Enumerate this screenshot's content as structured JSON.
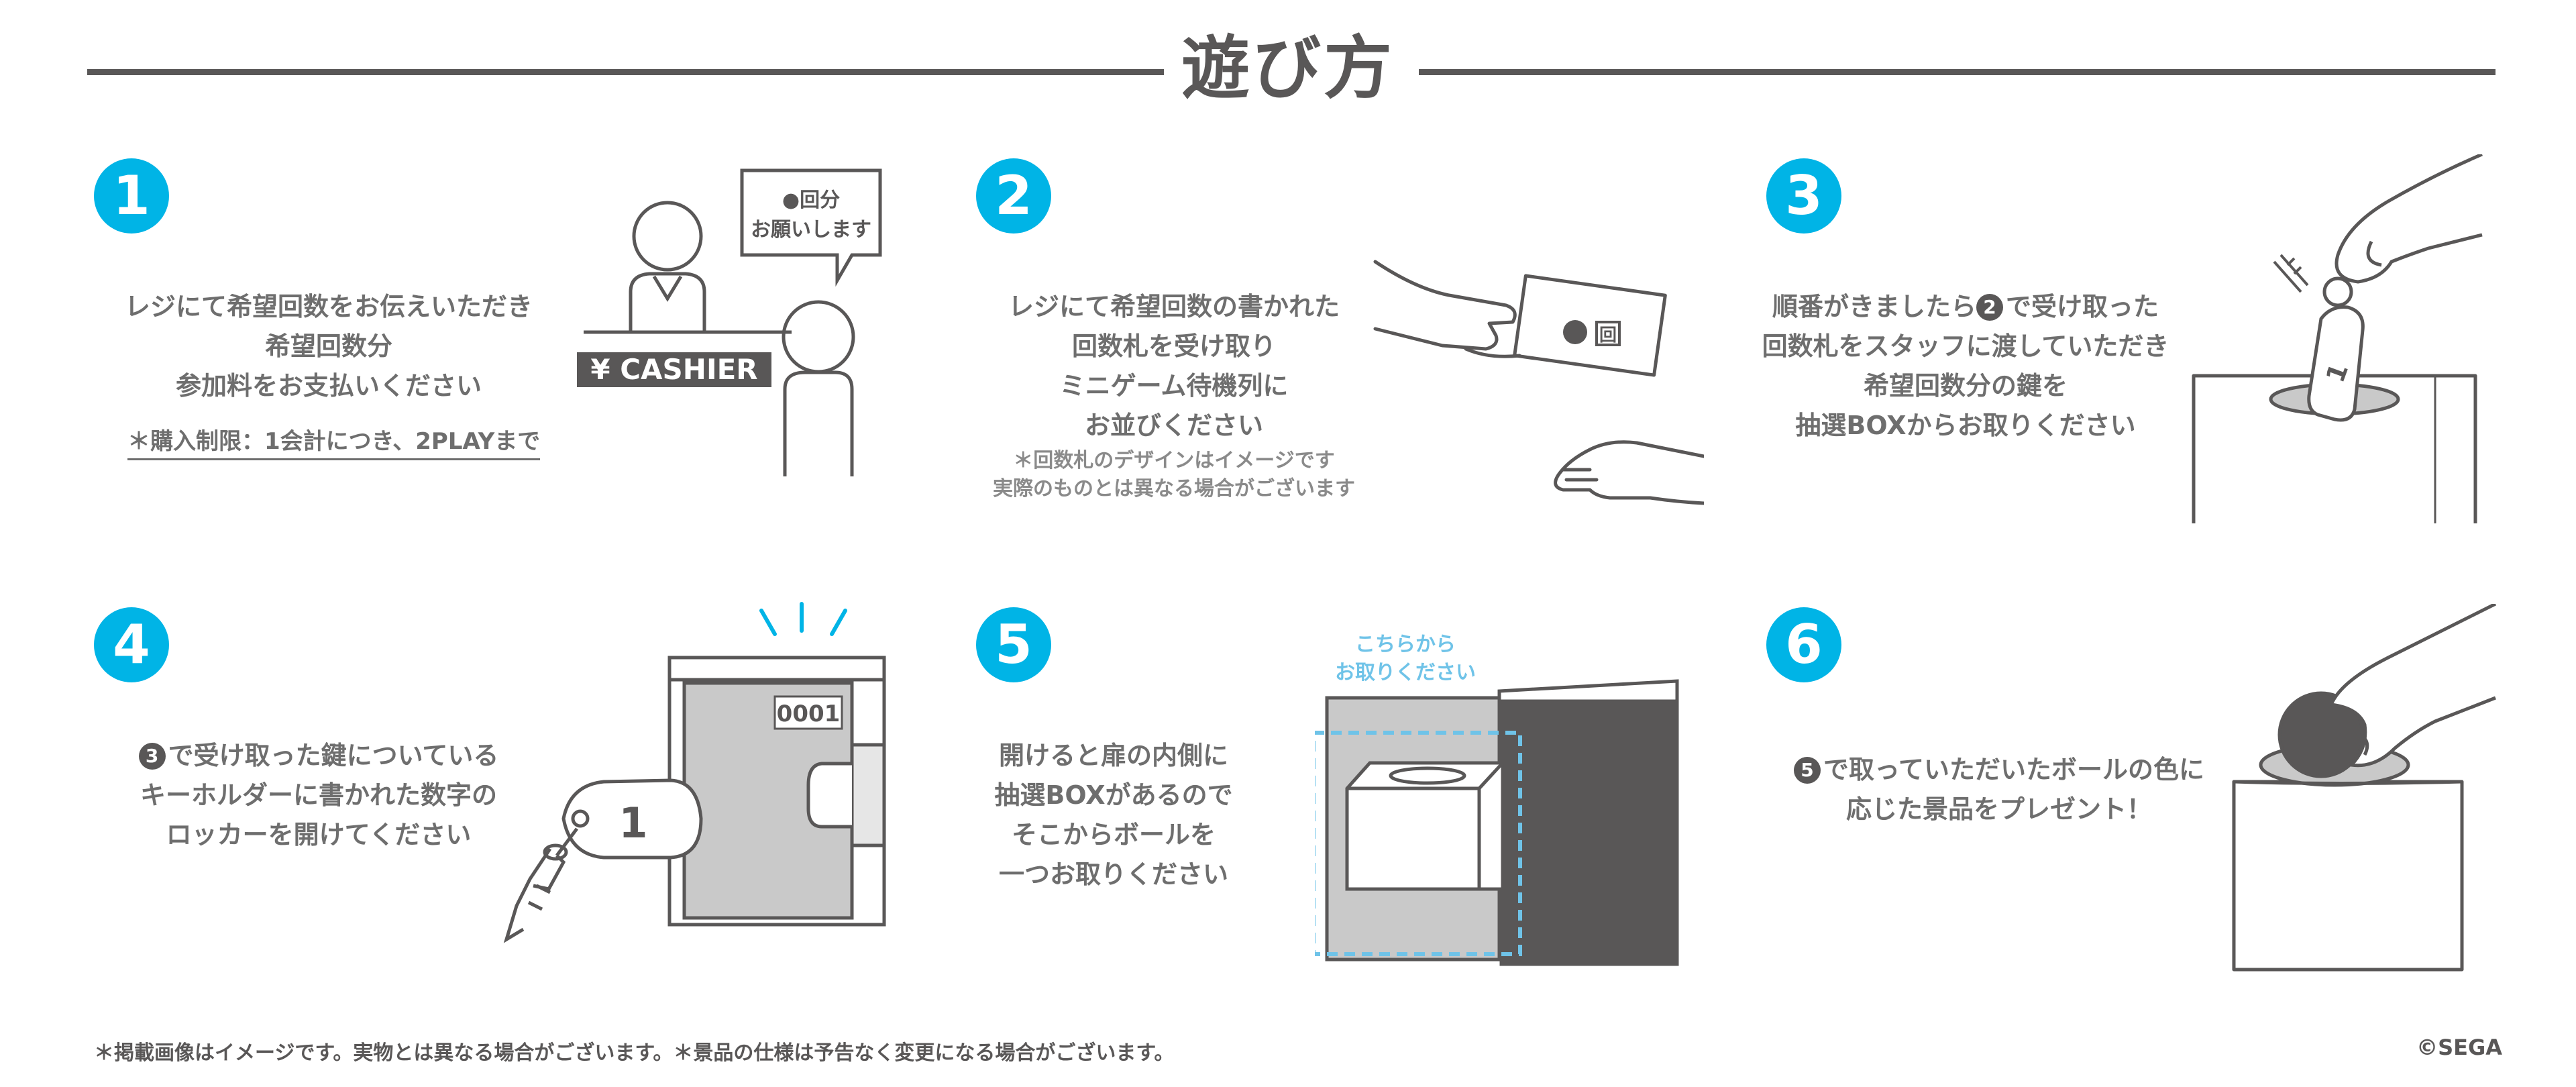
{
  "title": "遊び方",
  "steps": [
    {
      "number": "1",
      "lines": [
        "レジにて希望回数をお伝えいただき",
        "希望回数分",
        "参加料をお支払いください"
      ],
      "limit": "＊購入制限：1会計につき、2PLAYまで",
      "speech_lines": [
        "●回分",
        "お願いします"
      ],
      "cashier_label": "¥ CASHIER"
    },
    {
      "number": "2",
      "lines": [
        "レジにて希望回数の書かれた",
        "回数札を受け取り",
        "ミニゲーム待機列に",
        "お並びください"
      ],
      "note_lines": [
        "＊回数札のデザインはイメージです",
        "実際のものとは異なる場合がございます"
      ],
      "card_label": "回"
    },
    {
      "number": "3",
      "ref": "2",
      "lines_first_rest": "で受け取った",
      "lines_first_pre": "順番がきましたら",
      "lines": [
        "回数札をスタッフに渡していただき",
        "希望回数分の鍵を",
        "抽選BOXからお取りください"
      ],
      "tag_label": "1"
    },
    {
      "number": "4",
      "ref": "3",
      "lines_first_rest": "で受け取った鍵についている",
      "lines": [
        "キーホルダーに書かれた数字の",
        "ロッカーを開けてください"
      ],
      "locker_number": "0001",
      "tag_label": "1"
    },
    {
      "number": "5",
      "lines": [
        "開けると扉の内側に",
        "抽選BOXがあるので",
        "そこからボールを",
        "一つお取りください"
      ],
      "callout_lines": [
        "こちらから",
        "お取りください"
      ]
    },
    {
      "number": "6",
      "ref": "5",
      "lines_first_rest": "で取っていただいたボールの色に",
      "lines": [
        "応じた景品をプレゼント！"
      ]
    }
  ],
  "footer_note": "＊掲載画像はイメージです。実物とは異なる場合がございます。＊景品の仕様は予告なく変更になる場合がございます。",
  "copyright": "©SEGA",
  "colors": {
    "accent": "#00b4e6",
    "text": "#595757",
    "callout": "#6fc3e8"
  }
}
